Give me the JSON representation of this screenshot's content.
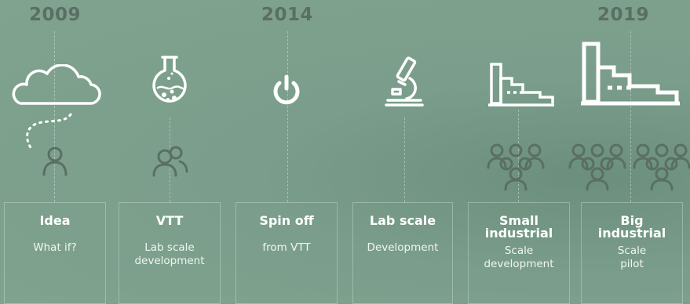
{
  "years": [
    "2009",
    "2014",
    "2019"
  ],
  "steps": [
    {
      "title": "Idea",
      "desc": "What if?",
      "icon": "cloud-icon",
      "people": "person-icon"
    },
    {
      "title": "VTT",
      "desc": "Lab scale\ndevelopment",
      "icon": "flask-icon",
      "people": "two-people-icon"
    },
    {
      "title": "Spin off",
      "desc": "from VTT",
      "icon": "power-icon"
    },
    {
      "title": "Lab scale",
      "desc": "Development",
      "icon": "microscope-icon"
    },
    {
      "title": "Small\nindustrial",
      "desc": "Scale\ndevelopment",
      "icon": "small-factory-icon",
      "people": "group-icon"
    },
    {
      "title": "Big\nindustrial",
      "desc": "Scale\npilot",
      "icon": "big-factory-icon",
      "people": "two-groups-icon"
    }
  ],
  "colors": {
    "background": "#7a9e8b",
    "year": "#5a6f64",
    "text": "#ffffff"
  }
}
